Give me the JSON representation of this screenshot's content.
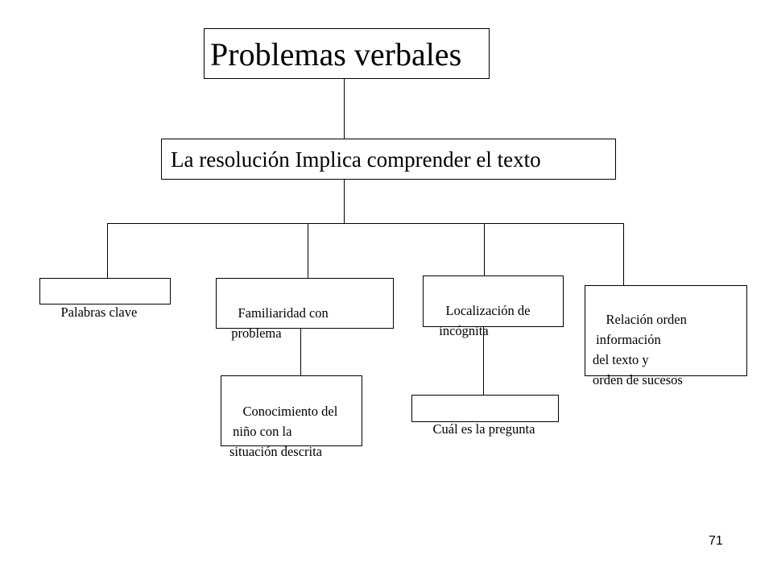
{
  "diagram": {
    "root": {
      "label": "Problemas verbales"
    },
    "level1": {
      "label": "La resolución Implica comprender el texto"
    },
    "branches": [
      {
        "label": "Palabras clave"
      },
      {
        "label": "Familiaridad con\n  problema"
      },
      {
        "label": "Localización de\n  incógnita"
      },
      {
        "label": "Relación orden\n información\ndel texto y\norden de sucesos"
      }
    ],
    "subnodes": [
      {
        "label": "Conocimiento del\n niño con la\nsituación descrita"
      },
      {
        "label": "Cuál es la pregunta"
      }
    ]
  },
  "slide": {
    "page_number": "71"
  }
}
